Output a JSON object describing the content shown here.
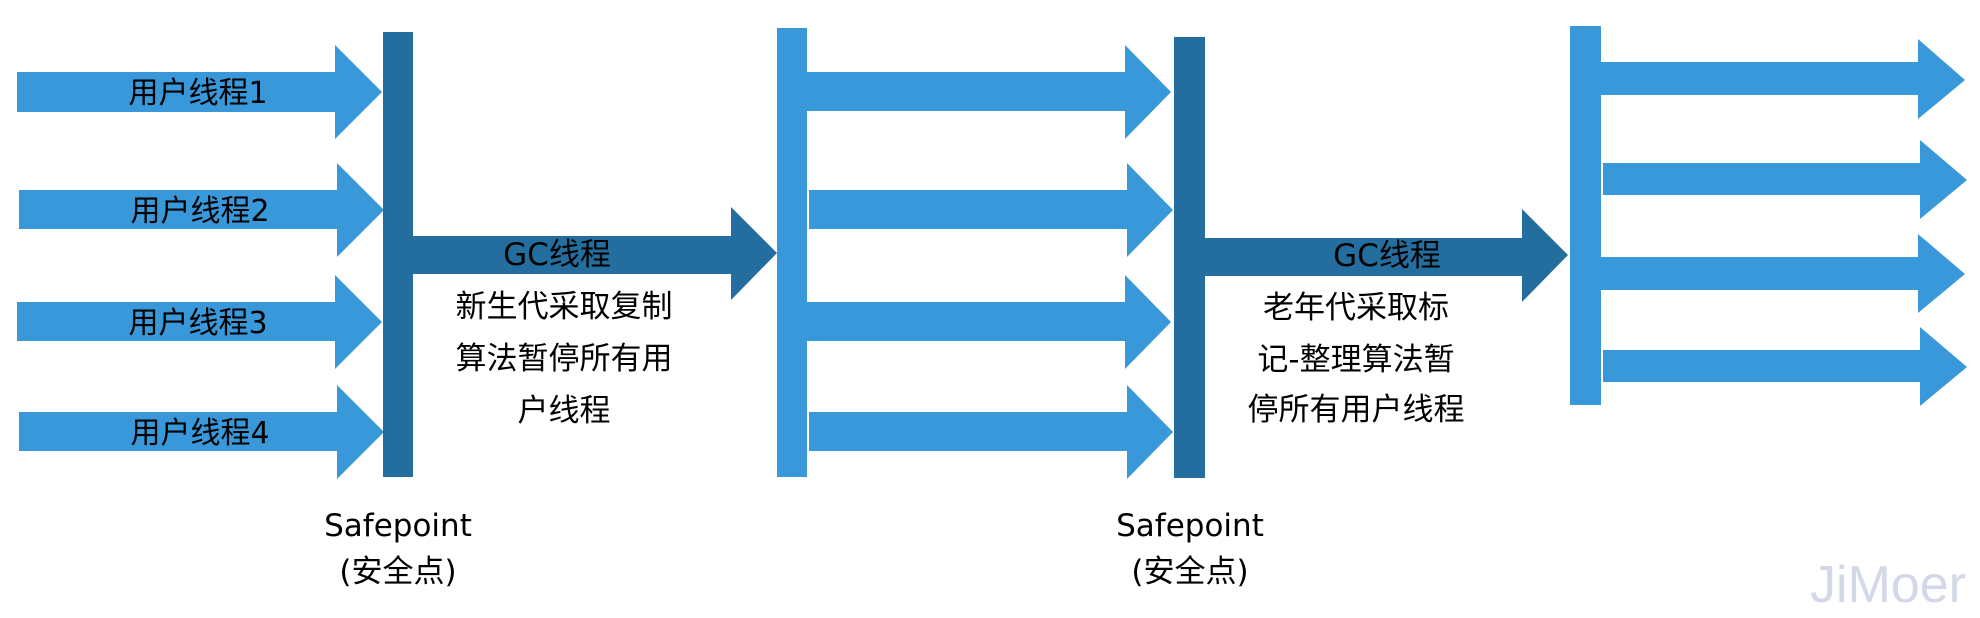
{
  "colors": {
    "user_thread": "#3898da",
    "gc_thread": "#236e9f",
    "safepoint_bar": "#236e9f",
    "resume_bar": "#3898da",
    "text": "#000000",
    "watermark": "#d3d8e8"
  },
  "phase1": {
    "user_threads": [
      {
        "label": "用户线程1"
      },
      {
        "label": "用户线程2"
      },
      {
        "label": "用户线程3"
      },
      {
        "label": "用户线程4"
      }
    ],
    "safepoint": {
      "line1": "Safepoint",
      "line2": "(安全点)"
    },
    "gc": {
      "label": "GC线程",
      "description": [
        "新生代采取复制",
        "算法暂停所有用",
        "户线程"
      ]
    }
  },
  "phase2": {
    "user_threads": [
      {
        "label": ""
      },
      {
        "label": ""
      },
      {
        "label": ""
      },
      {
        "label": ""
      }
    ],
    "safepoint": {
      "line1": "Safepoint",
      "line2": "(安全点)"
    },
    "gc": {
      "label": "GC线程",
      "description": [
        "老年代采取标",
        "记-整理算法暂",
        "停所有用户线程"
      ]
    }
  },
  "phase3": {
    "user_threads": [
      {
        "label": ""
      },
      {
        "label": ""
      },
      {
        "label": ""
      },
      {
        "label": ""
      }
    ]
  },
  "watermark": "JiMoer"
}
